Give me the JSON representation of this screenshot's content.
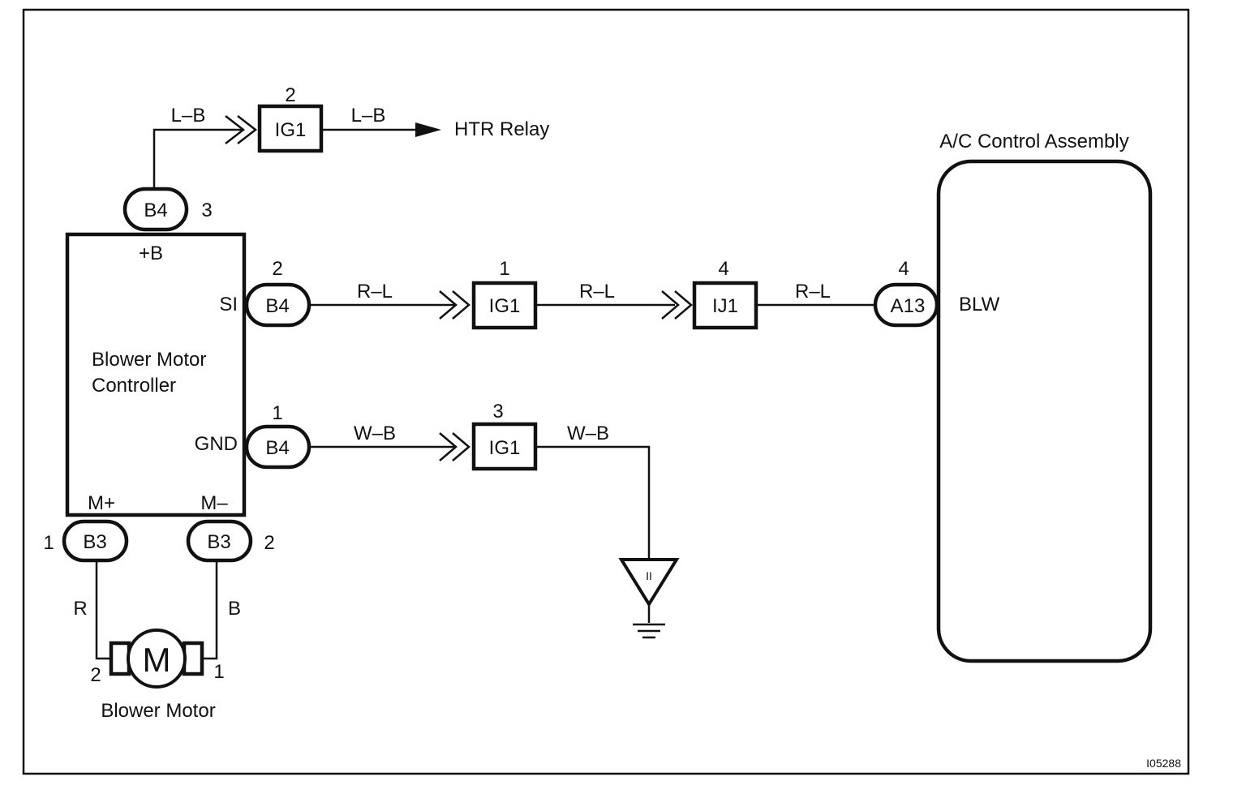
{
  "connectors": {
    "ig1_top": {
      "id": "IG1",
      "pin": "2"
    },
    "b4_top": {
      "id": "B4",
      "pin": "3"
    },
    "b4_si": {
      "id": "B4",
      "pin": "2"
    },
    "ig1_mid": {
      "id": "IG1",
      "pin": "1"
    },
    "ij1": {
      "id": "IJ1",
      "pin": "4"
    },
    "a13": {
      "id": "A13",
      "pin": "4"
    },
    "b4_gnd": {
      "id": "B4",
      "pin": "1"
    },
    "ig1_low": {
      "id": "IG1",
      "pin": "3"
    },
    "b3_left": {
      "id": "B3",
      "pin": "1"
    },
    "b3_right": {
      "id": "B3",
      "pin": "2"
    },
    "ground_symbol": "II"
  },
  "wires": {
    "lb_in": "L–B",
    "lb_out": "L–B",
    "rl_1": "R–L",
    "rl_2": "R–L",
    "rl_3": "R–L",
    "wb_1": "W–B",
    "wb_2": "W–B",
    "r": "R",
    "b": "B"
  },
  "components": {
    "htr_relay": "HTR Relay",
    "controller_line1": "Blower Motor",
    "controller_line2": "Controller",
    "plus_b": "+B",
    "si": "SI",
    "gnd": "GND",
    "m_plus": "M+",
    "m_minus": "M–",
    "ac_title": "A/C Control Assembly",
    "blw": "BLW",
    "motor_symbol": "M",
    "motor_label": "Blower Motor",
    "motor_pin_left": "2",
    "motor_pin_right": "1"
  },
  "figure_id": "I05288"
}
